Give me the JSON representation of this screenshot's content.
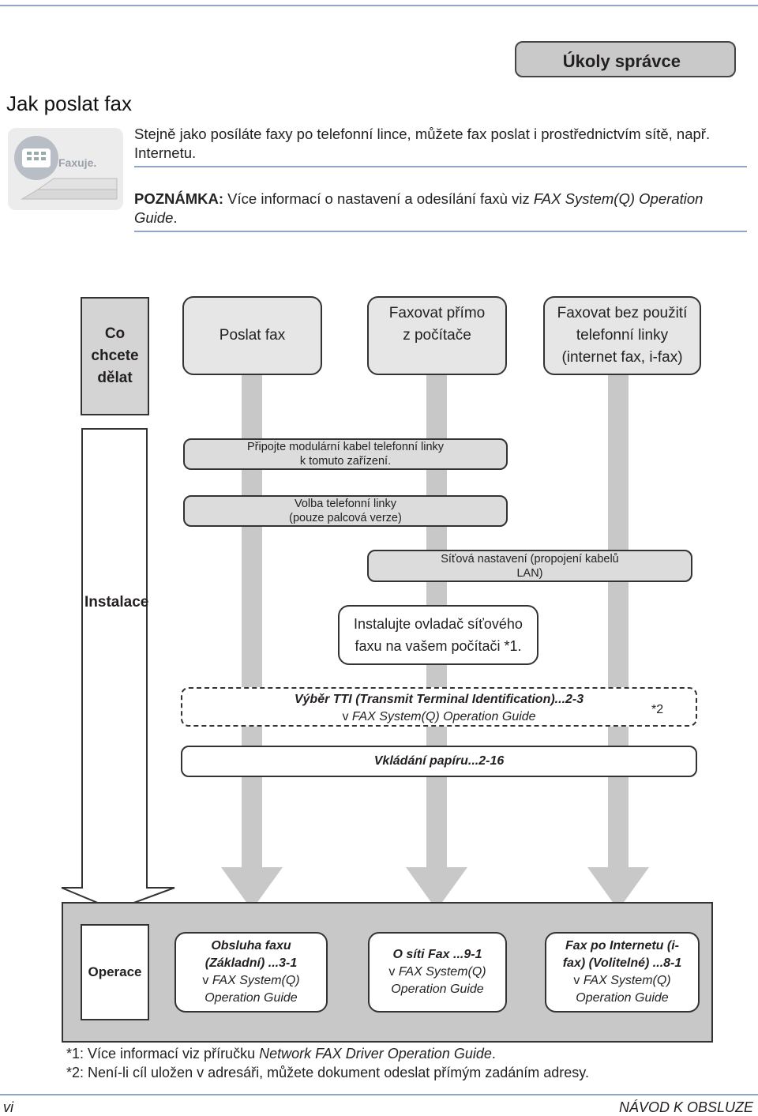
{
  "header": {
    "tab_label": "Úkoly správce"
  },
  "title": "Jak poslat fax",
  "illustration": {
    "icon_text": "Faxuje."
  },
  "intro": {
    "line1": "Stejně jako posíláte faxy po telefonní lince, můžete fax poslat i prostřednictvím sítě, např.",
    "line2": "Internetu.",
    "note_label": "POZNÁMKA:",
    "note_text": " Více informací o nastavení a odesílání faxù viz ",
    "note_ref": "FAX System(Q) Operation",
    "note_ref2": "Guide",
    "note_end": "."
  },
  "flow": {
    "row_what": [
      "Co",
      "chcete",
      "dělat"
    ],
    "col1": "Poslat fax",
    "col2": [
      "Faxovat přímo",
      "z počítače"
    ],
    "col3": [
      "Faxovat bez použití",
      "telefonní linky",
      "(internet fax, i-fax)"
    ],
    "step_cable": [
      "Připojte modulární kabel telefonní linky",
      "k tomuto zařízení."
    ],
    "step_line": [
      "Volba telefonní linky",
      "(pouze palcová verze)"
    ],
    "step_lan": [
      "Síťová nastavení (propojení kabelů",
      "LAN)"
    ],
    "row_install": "Instalace",
    "step_driver": [
      "Instalujte ovladač síťového",
      "faxu na vašem počítači *1."
    ],
    "tti_title": "Výběr TTI (Transmit Terminal Identification)...2-3",
    "tti_v": "v ",
    "tti_ref": "FAX System(Q) Operation Guide",
    "tti_mark": "*2",
    "paper": "Vkládání papíru...2-16",
    "row_operation": "Operace",
    "op1": {
      "l1": "Obsluha faxu",
      "l2": "(Základní) ...3-1",
      "l3": "v ",
      "l3ref": "FAX System(Q)",
      "l4": "Operation Guide"
    },
    "op2": {
      "l1": "O síti Fax ...9-1",
      "l2": "v ",
      "l2ref": "FAX System(Q)",
      "l3": "Operation Guide"
    },
    "op3": {
      "l1": "Fax po Internetu (i-",
      "l2": "fax) (Volitelné) ...8-1",
      "l3": "v ",
      "l3ref": "FAX System(Q)",
      "l4": "Operation Guide"
    }
  },
  "footnotes": {
    "f1": "*1: Více informací viz příručku ",
    "f1_ref": "Network FAX Driver Operation Guide",
    "f1_end": ".",
    "f2": "*2: Není-li cíl uložen v adresáři, můžete dokument odeslat přímým zadáním adresy."
  },
  "footer": {
    "page": "vi",
    "manual": "NÁVOD K OBSLUZE"
  }
}
